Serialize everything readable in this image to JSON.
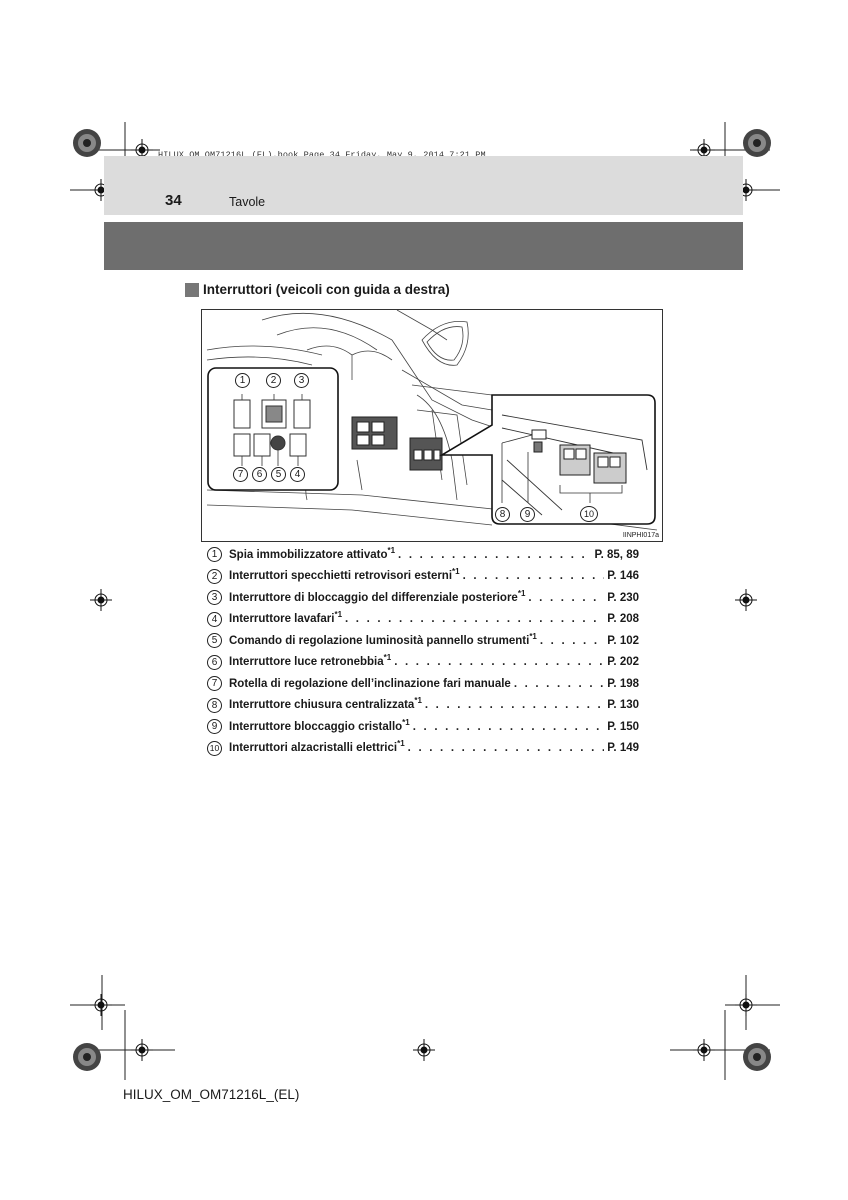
{
  "print_info": "HILUX_OM_OM71216L_(EL).book  Page 34  Friday, May 9, 2014  7:21 PM",
  "header": {
    "page_number": "34",
    "section_title": "Tavole"
  },
  "sub_heading": "Interruttori (veicoli con guida a destra)",
  "figure": {
    "code": "IINPHI017a",
    "callout_numbers": [
      "1",
      "2",
      "3",
      "4",
      "5",
      "6",
      "7",
      "8",
      "9",
      "10"
    ]
  },
  "items": [
    {
      "num": "1",
      "text": "Spia immobilizzatore attivato",
      "sup": "*1",
      "page": "P. 85, 89"
    },
    {
      "num": "2",
      "text": "Interruttori specchietti retrovisori esterni",
      "sup": "*1",
      "page": "P. 146"
    },
    {
      "num": "3",
      "text": "Interruttore di bloccaggio del differenziale posteriore",
      "sup": "*1",
      "page": "P. 230"
    },
    {
      "num": "4",
      "text": "Interruttore lavafari",
      "sup": "*1",
      "page": "P. 208"
    },
    {
      "num": "5",
      "text": "Comando di regolazione luminosità pannello strumenti",
      "sup": "*1",
      "page": "P. 102"
    },
    {
      "num": "6",
      "text": "Interruttore luce retronebbia",
      "sup": "*1",
      "page": "P. 202"
    },
    {
      "num": "7",
      "text": "Rotella di regolazione dell’inclinazione fari manuale",
      "sup": "",
      "page": "P. 198"
    },
    {
      "num": "8",
      "text": "Interruttore chiusura centralizzata",
      "sup": "*1",
      "page": "P. 130"
    },
    {
      "num": "9",
      "text": "Interruttore bloccaggio cristallo",
      "sup": "*1",
      "page": "P. 150"
    },
    {
      "num": "10",
      "text": "Interruttori alzacristalli elettrici",
      "sup": "*1",
      "page": "P. 149"
    }
  ],
  "leader_dots": ". . . . . . . . . . . . . . . . . . . . . . . . . . . . . . . . . . . . . . . . . . . . . . . . . . . . . . . . . . .",
  "footer": "HILUX_OM_OM71216L_(EL)"
}
